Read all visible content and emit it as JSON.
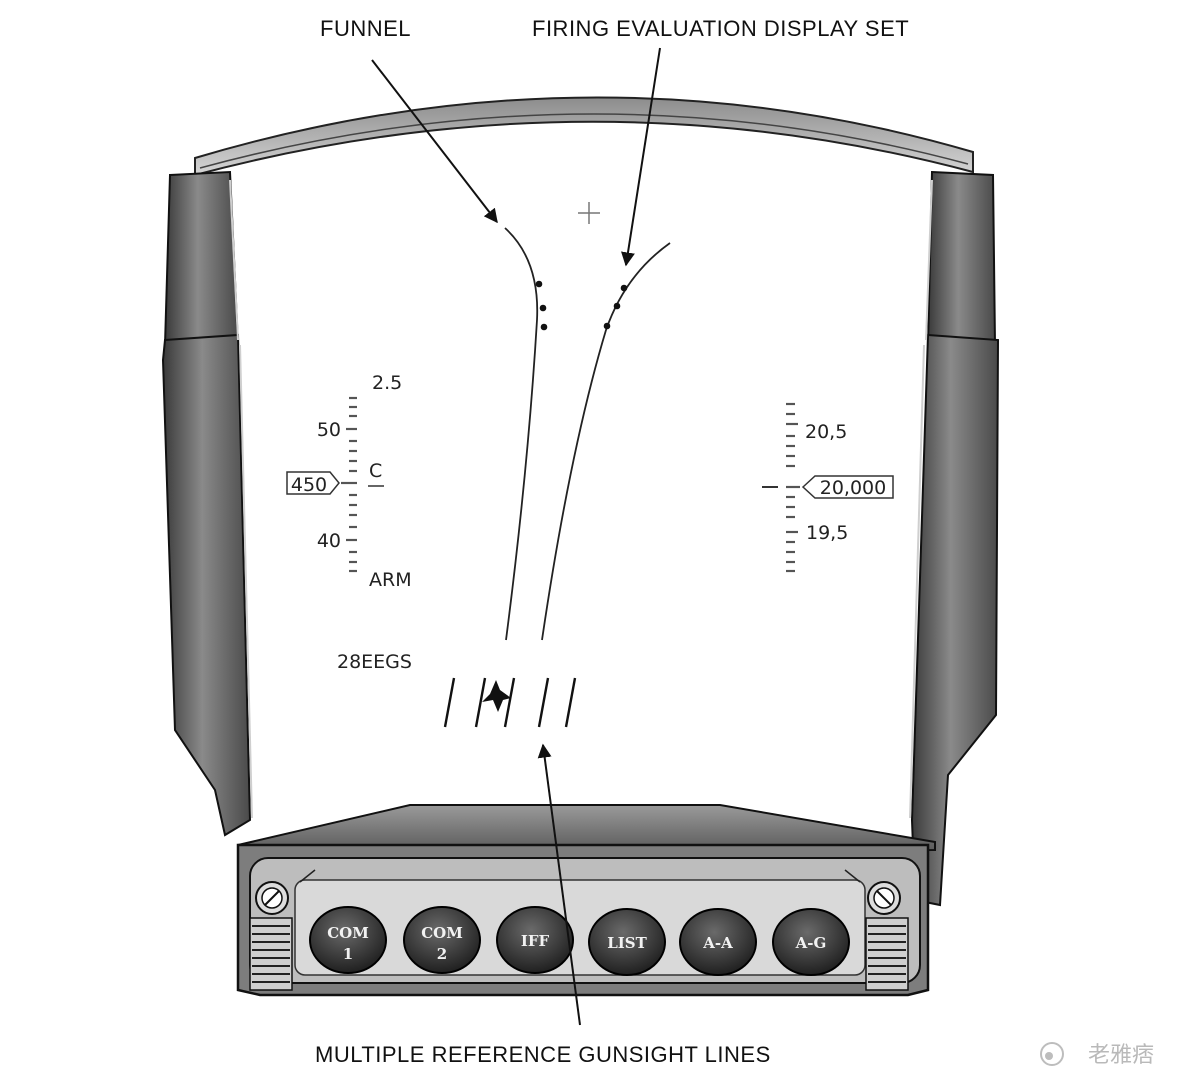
{
  "callouts": {
    "funnel": "FUNNEL",
    "firing_evaluation": "FIRING EVALUATION DISPLAY SET",
    "gunsight_lines": "MULTIPLE REFERENCE GUNSIGHT LINES"
  },
  "hud": {
    "left_scale": {
      "top_value": "2.5",
      "upper_tick": "50",
      "current_box": "450",
      "mode_letter": "C",
      "lower_tick": "40",
      "status": "ARM"
    },
    "right_scale": {
      "upper_tick": "20,5",
      "current_box": "20,000",
      "lower_tick": "19,5"
    },
    "weapon_mode": "28EEGS"
  },
  "buttons": [
    {
      "line1": "COM",
      "line2": "1"
    },
    {
      "line1": "COM",
      "line2": "2"
    },
    {
      "line1": "IFF",
      "line2": ""
    },
    {
      "line1": "LIST",
      "line2": ""
    },
    {
      "line1": "A-A",
      "line2": ""
    },
    {
      "line1": "A-G",
      "line2": ""
    }
  ],
  "watermark": "老雅痞"
}
